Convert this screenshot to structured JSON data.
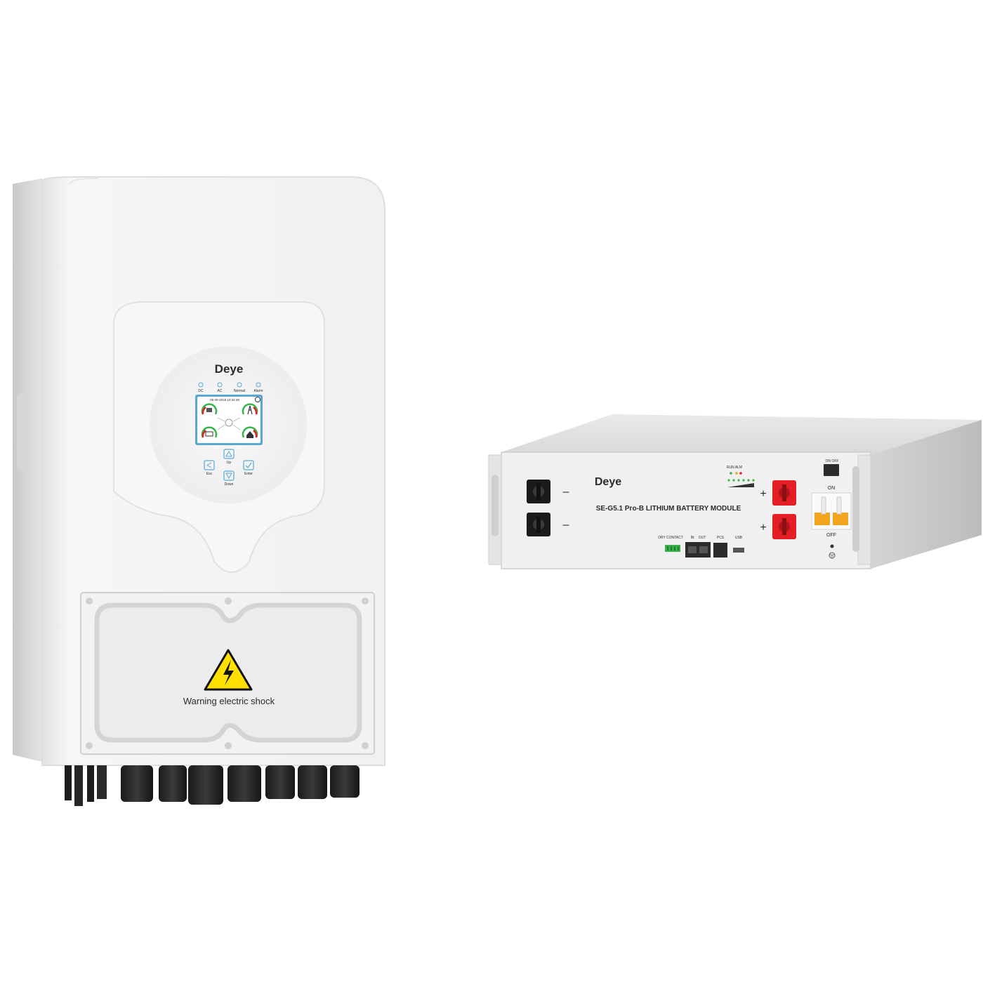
{
  "inverter": {
    "brand": "Deye",
    "led_labels": [
      "DC",
      "AC",
      "Normal",
      "Alarm"
    ],
    "screen_header": "05-28-2019  10:34:49",
    "keys": {
      "up": "Up",
      "down": "Down",
      "esc": "Esc",
      "enter": "Enter"
    },
    "warning_text": "Warning electric shock"
  },
  "battery": {
    "brand": "Deye",
    "model_text": "SE-G5.1 Pro-B  LITHIUM BATTERY MODULE",
    "run_alm_label": "RUN ALM",
    "dry_contact_label": "DRY CONTACT",
    "in_label": "IN",
    "out_label": "OUT",
    "pcs_label": "PCS",
    "usb_label": "USB",
    "on_off_label": "ON OFF",
    "on_label": "ON",
    "off_label": "OFF",
    "minus_sign": "–",
    "plus_sign": "+"
  },
  "colors": {
    "body_white": "#f4f4f4",
    "screen_blue": "#5aa7d6",
    "connector_red": "#e31e24",
    "breaker_orange": "#f2a41f",
    "warning_yellow": "#ffe000",
    "led_green": "#37b34a"
  }
}
